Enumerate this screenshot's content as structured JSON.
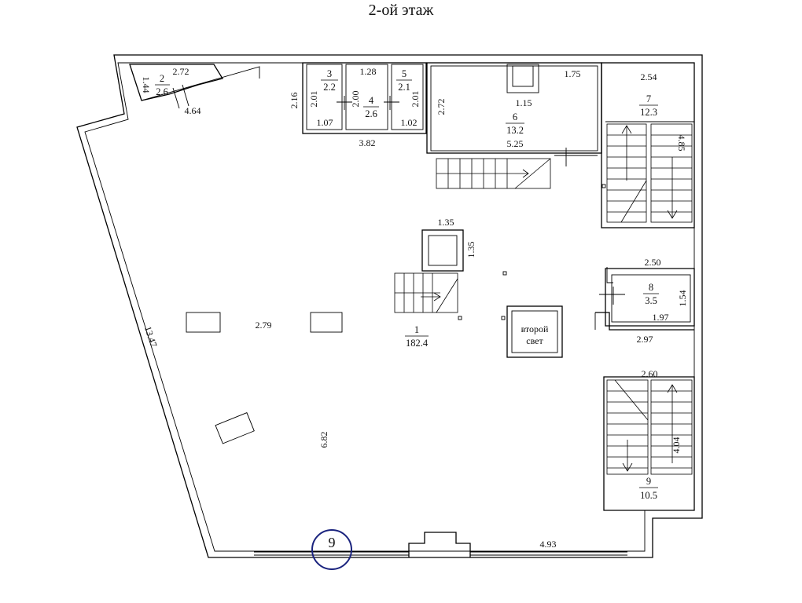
{
  "floor_title": "2-ой этаж",
  "highlight_color": "#1a237e",
  "rooms": [
    {
      "id": "r1",
      "number": "1",
      "area": "182.4"
    },
    {
      "id": "r2",
      "number": "2",
      "area": "2.6"
    },
    {
      "id": "r3",
      "number": "3",
      "area": "2.2"
    },
    {
      "id": "r4",
      "number": "4",
      "area": "2.6"
    },
    {
      "id": "r5",
      "number": "5",
      "area": "2.1"
    },
    {
      "id": "r6",
      "number": "6",
      "area": "13.2"
    },
    {
      "id": "r7",
      "number": "7",
      "area": "12.3"
    },
    {
      "id": "r8",
      "number": "8",
      "area": "3.5"
    },
    {
      "id": "r9",
      "number": "9",
      "area": "10.5"
    }
  ],
  "dimensions": {
    "d_2_72_top": "2.72",
    "d_1_44": "1.44",
    "d_4_64": "4.64",
    "d_2_16": "2.16",
    "d_2_01_left": "2.01",
    "d_1_28": "1.28",
    "d_2_00": "2.00",
    "d_2_01_right": "2.01",
    "d_1_07": "1.07",
    "d_1_02": "1.02",
    "d_3_82": "3.82",
    "d_2_72_r6": "2.72",
    "d_1_75": "1.75",
    "d_1_15": "1.15",
    "d_5_25": "5.25",
    "d_2_54": "2.54",
    "d_4_85": "4.85",
    "d_1_35_h": "1.35",
    "d_1_35_v": "1.35",
    "d_2_50": "2.50",
    "d_1_54": "1.54",
    "d_1_97": "1.97",
    "d_2_97": "2.97",
    "d_2_79": "2.79",
    "d_13_47": "13.47",
    "d_2_60": "2.60",
    "d_4_04": "4.04",
    "d_6_82": "6.82",
    "d_4_93": "4.93"
  },
  "void_label": {
    "line1": "второй",
    "line2": "свет"
  },
  "marker_label": "9"
}
